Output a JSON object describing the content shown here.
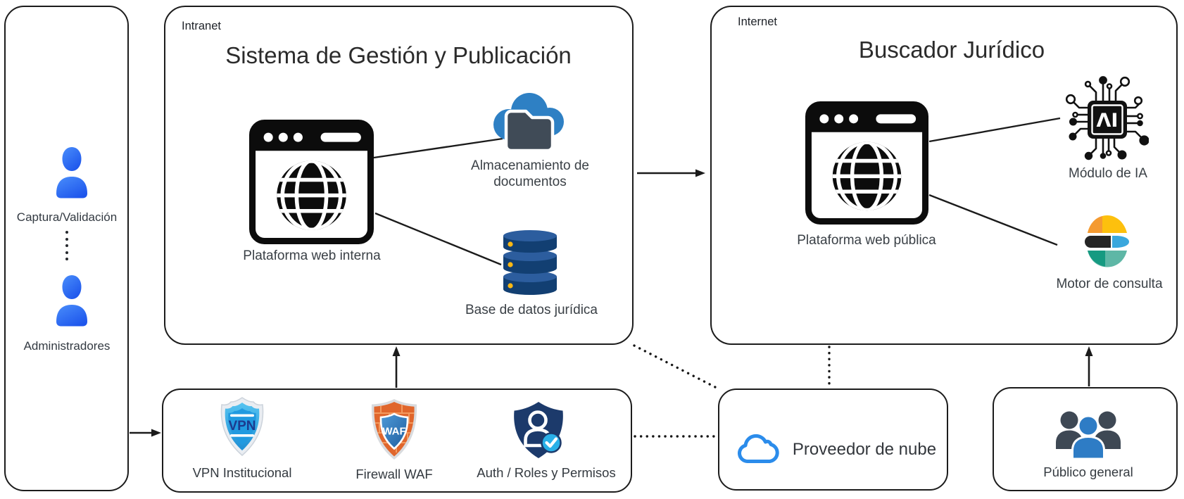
{
  "diagram": {
    "actors": {
      "capture_label": "Captura/Validación",
      "admin_label": "Administradores"
    },
    "intranet": {
      "zone_label": "Intranet",
      "title": "Sistema de Gestión y Publicación",
      "web_label": "Plataforma web interna",
      "storage_label_line1": "Almacenamiento de",
      "storage_label_line2": "documentos",
      "database_label": "Base de datos jurídica"
    },
    "internet": {
      "zone_label": "Internet",
      "title": "Buscador Jurídico",
      "web_label": "Plataforma web pública",
      "ai_label": "Módulo de IA",
      "ai_badge": "ΛI",
      "search_label": "Motor de consulta"
    },
    "security": {
      "vpn_label": "VPN Institucional",
      "vpn_badge": "VPN",
      "waf_label": "Firewall WAF",
      "waf_badge": "WAF",
      "auth_label": "Auth / Roles y Permisos"
    },
    "cloud_provider": {
      "label": "Proveedor de nube"
    },
    "public": {
      "label": "Público general"
    },
    "icons": {
      "left": [
        "user-icon",
        "user-icon"
      ],
      "intranet": [
        "browser-globe-icon",
        "cloud-folder-icon",
        "database-icon"
      ],
      "internet": [
        "browser-globe-icon",
        "ai-chip-icon",
        "elastic-search-icon"
      ],
      "security": [
        "vpn-shield-icon",
        "waf-shield-icon",
        "auth-shield-icon"
      ],
      "cloud_provider": [
        "cloud-outline-icon"
      ],
      "public": [
        "people-group-icon"
      ]
    },
    "colors": {
      "border": "#1c1c1c",
      "actor_blue_top": "#4a8efb",
      "actor_blue_bottom": "#1e56ec",
      "storage_cloud_blue": "#2e80c4",
      "folder_gray": "#404b57",
      "db_body": "#123f72",
      "db_band": "#2c5d9e",
      "db_dot": "#fdb813",
      "vpn_light": "#55c3f0",
      "vpn_dark": "#1e8fd5",
      "vpn_text_navy": "#1c3a8e",
      "waf_orange": "#e0662c",
      "waf_brick_line": "#f39a5f",
      "waf_inner_blue": "#1e5d9e",
      "auth_navy": "#1c3a6b",
      "check_cyan": "#29b0e8",
      "elastic_yellow": "#fdc00d",
      "elastic_orange": "#f49a31",
      "elastic_blue": "#3aa7dd",
      "elastic_teal_light": "#5eb7a6",
      "elastic_teal_dark": "#169a81",
      "people_gray": "#3e4854",
      "people_blue": "#2e7cc5",
      "provider_cloud_stroke": "#2b8ceb"
    }
  }
}
